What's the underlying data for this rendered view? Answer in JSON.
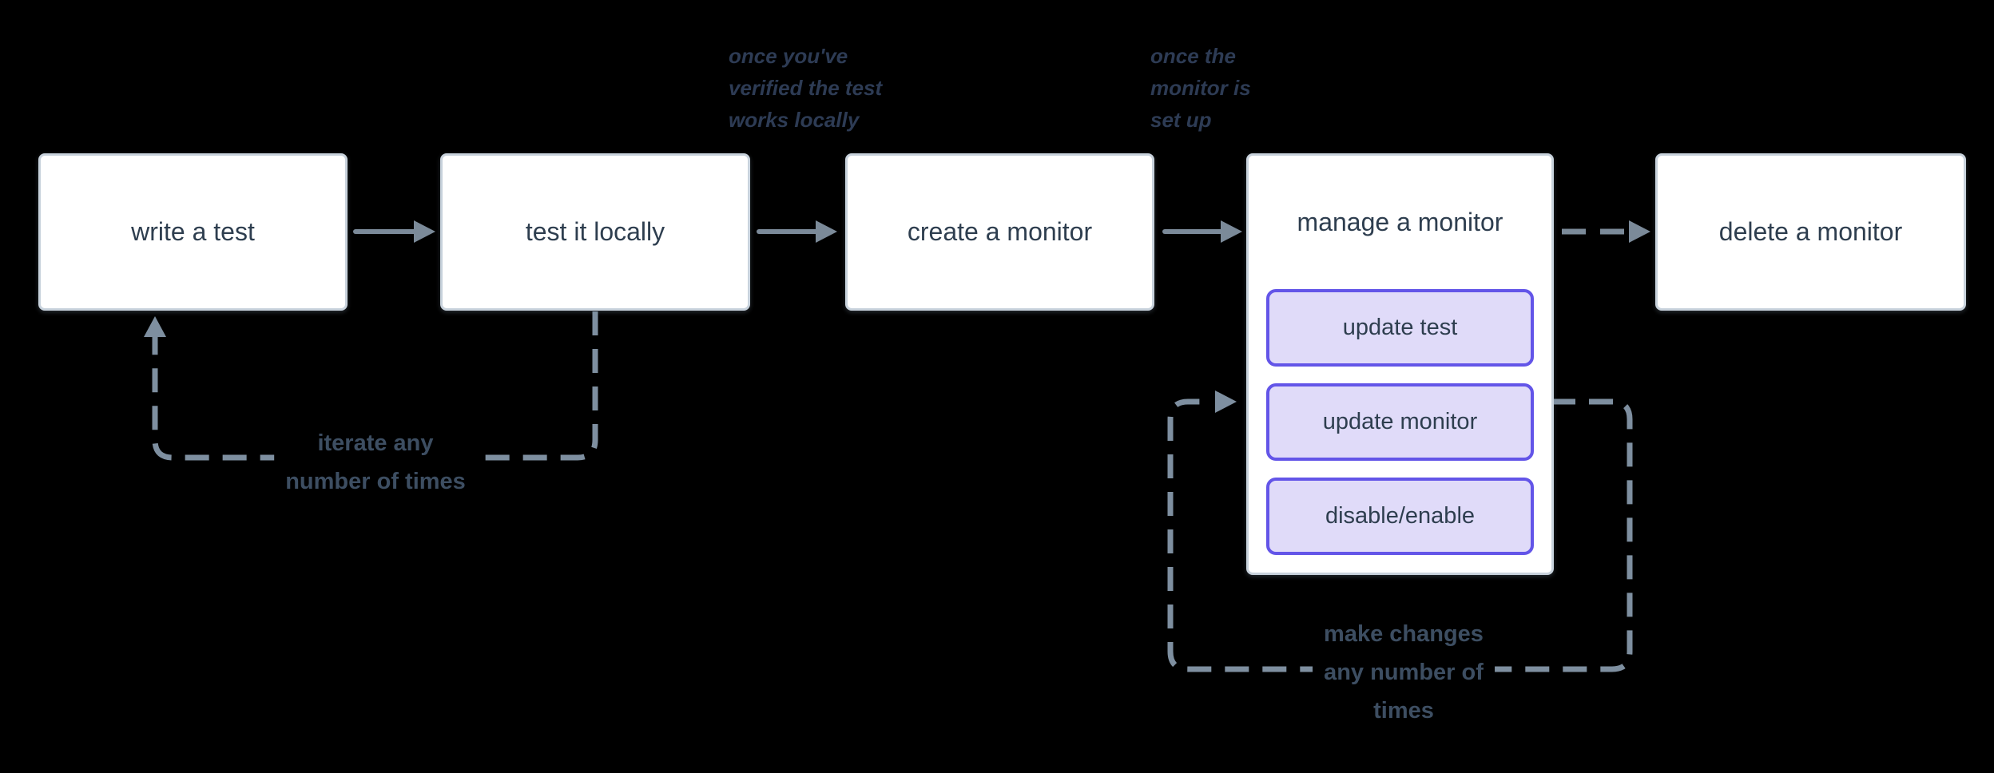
{
  "diagram": {
    "nodes": {
      "write_test": "write a test",
      "test_locally": "test it locally",
      "create_monitor": "create a monitor",
      "manage_monitor": "manage a monitor",
      "delete_monitor": "delete a monitor"
    },
    "manage_actions": {
      "update_test": "update test",
      "update_monitor": "update monitor",
      "disable_enable": "disable/enable"
    },
    "annotations": {
      "after_test_locally": "once you've\nverified the test\nworks locally",
      "after_create_monitor": "once the\nmonitor is\nset up"
    },
    "loop_labels": {
      "iterate": "iterate any\nnumber of times",
      "make_changes": "make changes\nany number of\ntimes"
    },
    "colors": {
      "background": "#000000",
      "node_fill": "#ffffff",
      "node_border": "#c8d2dc",
      "node_text": "#2e3e4f",
      "action_fill": "#e0dbf9",
      "action_border": "#6355e8",
      "solid_arrow": "#7b8a99",
      "dashed_line": "#7e8fa0",
      "annotation_text": "#2d3b54",
      "loop_label_text": "#3d4e62"
    }
  }
}
